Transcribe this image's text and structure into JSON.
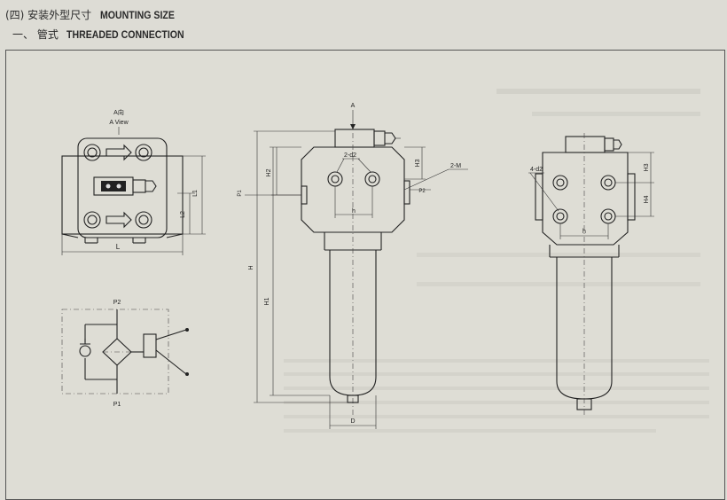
{
  "header": {
    "section_cn": "(四) 安装外型尺寸",
    "section_en": "MOUNTING SIZE",
    "sub_cn": "一、 管式",
    "sub_en": "THREADED CONNECTION"
  },
  "top_view": {
    "arrow_label_cn": "A向",
    "arrow_label_en": "A View",
    "dim_L": "L",
    "dim_L1": "L1",
    "dim_L2": "L2"
  },
  "schematic": {
    "port_top": "P2",
    "port_bottom": "P1"
  },
  "front_view": {
    "view_arrow": "A",
    "dim_H": "H",
    "dim_H1": "H1",
    "dim_H2": "H2",
    "dim_H3": "H3",
    "dim_2d2": "2-d2",
    "dim_2M": "2-M",
    "dim_h": "h",
    "dim_D": "D",
    "port_P2": "P2",
    "port_P1": "P1"
  },
  "side_view": {
    "dim_4d2": "4-d2",
    "dim_H3": "H3",
    "dim_H4": "H4",
    "dim_h": "h"
  }
}
